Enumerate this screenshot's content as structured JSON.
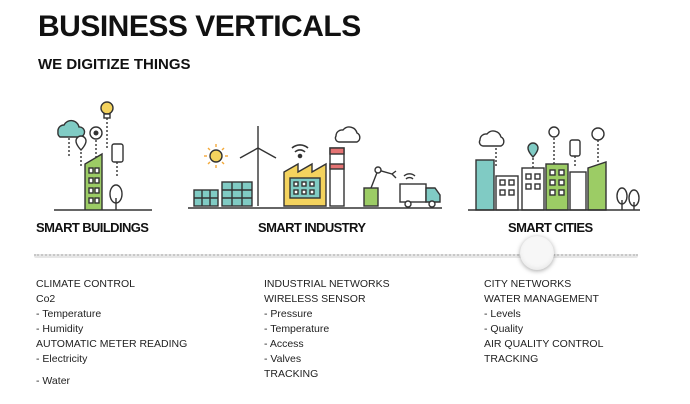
{
  "header": {
    "title": "BUSINESS VERTICALS",
    "subtitle": "WE DIGITIZE THINGS"
  },
  "verticals": [
    {
      "label": "SMART BUILDINGS",
      "icon": "smart-buildings-illustration",
      "features": [
        "CLIMATE CONTROL",
        "Co2",
        "- Temperature",
        "- Humidity",
        "AUTOMATIC METER READING",
        "- Electricity",
        "- Water"
      ]
    },
    {
      "label": "SMART INDUSTRY",
      "icon": "smart-industry-illustration",
      "features": [
        "INDUSTRIAL NETWORKS",
        "WIRELESS SENSOR",
        "- Pressure",
        "- Temperature",
        "- Access",
        "- Valves",
        "TRACKING"
      ]
    },
    {
      "label": "SMART CITIES",
      "icon": "smart-cities-illustration",
      "features": [
        "CITY NETWORKS",
        "WATER MANAGEMENT",
        "- Levels",
        "- Quality",
        "AIR QUALITY CONTROL",
        "TRACKING"
      ]
    }
  ],
  "slider": {
    "selected_index": 2
  },
  "colors": {
    "text": "#111111",
    "accent_green": "#9ccc65",
    "accent_teal": "#80cbc4",
    "accent_yellow": "#f4d35e",
    "accent_red": "#e57373",
    "line": "#333333"
  }
}
